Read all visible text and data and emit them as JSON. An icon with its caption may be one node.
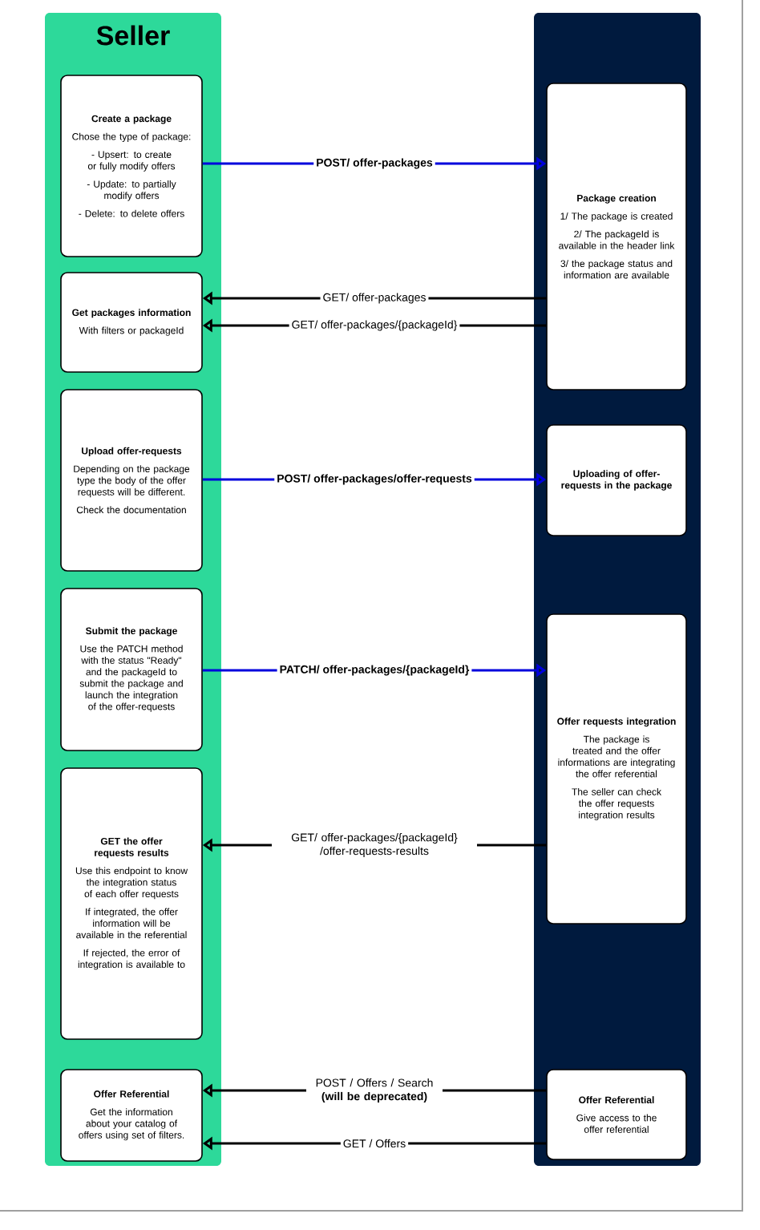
{
  "diagram": {
    "nodes": [
      {
        "text": [
          "Seller"
        ]
      },
      {
        "text": [
          "Create a package",
          "Chose the type of package:",
          "- Upsert: to create or fully modify offers",
          "- Update: to partially modify offers",
          "- Delete: to delete offers"
        ],
        "in": 0
      },
      {
        "text": [
          "Get packages information",
          "With filters or packageId"
        ],
        "in": 0
      },
      {
        "text": [
          "Upload offer-requests",
          "Depending on the package type the body of the offer requests will be different.",
          "Check the documentation"
        ],
        "in": 0
      },
      {
        "text": [
          "Submit the package",
          "Use the PATCH method with the status \"Ready\" and the packageId to submit the package and launch the integration of the offer-requests"
        ],
        "in": 0
      },
      {
        "text": [
          "GET the offer requests results",
          "Use this endpoint to know the integration status of each offer requests",
          "If integrated, the offer information will be available in the referential",
          "If rejected, the error of integration is available to"
        ],
        "in": 0
      },
      {
        "text": [
          "Offer Referential",
          "Get the information about your catalog of offers using set of filters."
        ],
        "in": 0
      },
      {
        "text": [],
        "shape": "box"
      },
      {
        "text": [
          "Package creation",
          "1/ The package is created",
          "2/ The packageId is available in the header link",
          "3/ the package status and information are available"
        ],
        "in": 7
      },
      {
        "text": [
          "Uploading of offer-requests in the package"
        ],
        "in": 7
      },
      {
        "text": [
          "Offer requests integration",
          "The package is treated and the offer informations are integrating the offer referential",
          "The seller can check the offer requests integration results"
        ],
        "in": 7
      },
      {
        "text": [
          "Offer Referential",
          "Give access to the offer referential"
        ],
        "in": 7
      }
    ],
    "edges": [
      {
        "from": 1,
        "to": 8,
        "arrow": "to",
        "label": "POST/ offer-packages",
        "color": "#0000dd"
      },
      {
        "from": 8,
        "to": 2,
        "arrow": "to",
        "label": "GET/ offer-packages"
      },
      {
        "from": 8,
        "to": 2,
        "arrow": "to",
        "label": "GET/ offer-packages/{packageId}"
      },
      {
        "from": 3,
        "to": 9,
        "arrow": "to",
        "label": "POST/ offer-packages/offer-requests",
        "color": "#0000dd"
      },
      {
        "from": 4,
        "to": 10,
        "arrow": "to",
        "label": "PATCH/ offer-packages/{packageId}",
        "color": "#0000dd"
      },
      {
        "from": 10,
        "to": 5,
        "arrow": "to",
        "label": "GET/ offer-packages/{packageId} /offer-requests-results"
      },
      {
        "from": 11,
        "to": 6,
        "arrow": "to",
        "label": "POST / Offers / Search **(will be deprecated)**"
      },
      {
        "from": 11,
        "to": 6,
        "arrow": "to",
        "label": "GET / Offers"
      }
    ]
  }
}
